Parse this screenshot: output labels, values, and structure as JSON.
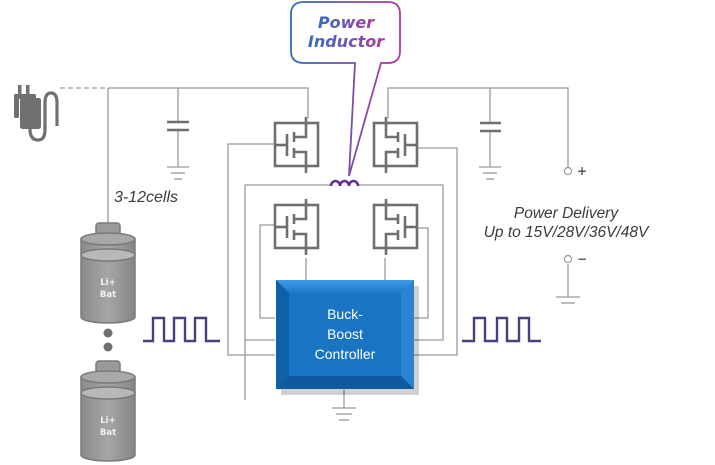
{
  "callout": {
    "line1": "Power",
    "line2": "Inductor",
    "gradient_start": "#2e6db5",
    "gradient_end": "#b3379b"
  },
  "labels": {
    "cells": "3-12cells",
    "power_delivery_line1": "Power Delivery",
    "power_delivery_line2": "Up to 15V/28V/36V/48V",
    "plus": "+",
    "minus": "−"
  },
  "batteries": [
    {
      "line1": "Li+",
      "line2": "Bat"
    },
    {
      "line1": "Li+",
      "line2": "Bat"
    }
  ],
  "controller": {
    "line1": "Buck-",
    "line2": "Boost",
    "line3": "Controller",
    "color": "#1a74c4"
  },
  "icons": {
    "adapter": "ac-adapter-plug-icon",
    "inductor": "inductor-coil-icon",
    "mosfet": "mosfet-icon",
    "capacitor": "capacitor-icon",
    "ground": "ground-icon"
  },
  "colors": {
    "wire": "#9a9a9a",
    "component": "#6f6f6f",
    "pwm": "#4a3f7a",
    "inductor": "#6a2a9a"
  }
}
